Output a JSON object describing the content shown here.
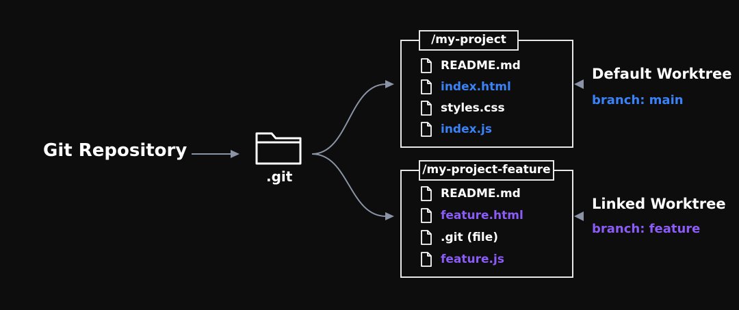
{
  "repository_label": "Git Repository",
  "git_folder_label": ".git",
  "worktrees": [
    {
      "path": "/my-project",
      "title": "Default Worktree",
      "branch": "branch: main",
      "branch_color": "#3b82f6",
      "files": [
        {
          "name": "README.md",
          "color": "#ffffff"
        },
        {
          "name": "index.html",
          "color": "#3b82f6"
        },
        {
          "name": "styles.css",
          "color": "#ffffff"
        },
        {
          "name": "index.js",
          "color": "#3b82f6"
        }
      ]
    },
    {
      "path": "/my-project-feature",
      "title": "Linked Worktree",
      "branch": "branch: feature",
      "branch_color": "#8b5cf6",
      "files": [
        {
          "name": "README.md",
          "color": "#ffffff"
        },
        {
          "name": "feature.html",
          "color": "#8b5cf6"
        },
        {
          "name": ".git (file)",
          "color": "#ffffff"
        },
        {
          "name": "feature.js",
          "color": "#8b5cf6"
        }
      ]
    }
  ],
  "colors": {
    "background": "#0d0d0d",
    "outline": "#e8e8e8",
    "arrow": "#8a94a6",
    "main_branch": "#3b82f6",
    "feature_branch": "#8b5cf6"
  },
  "icons": {
    "folder": "folder-icon",
    "file": "file-icon",
    "arrow": "arrow-head-icon"
  }
}
